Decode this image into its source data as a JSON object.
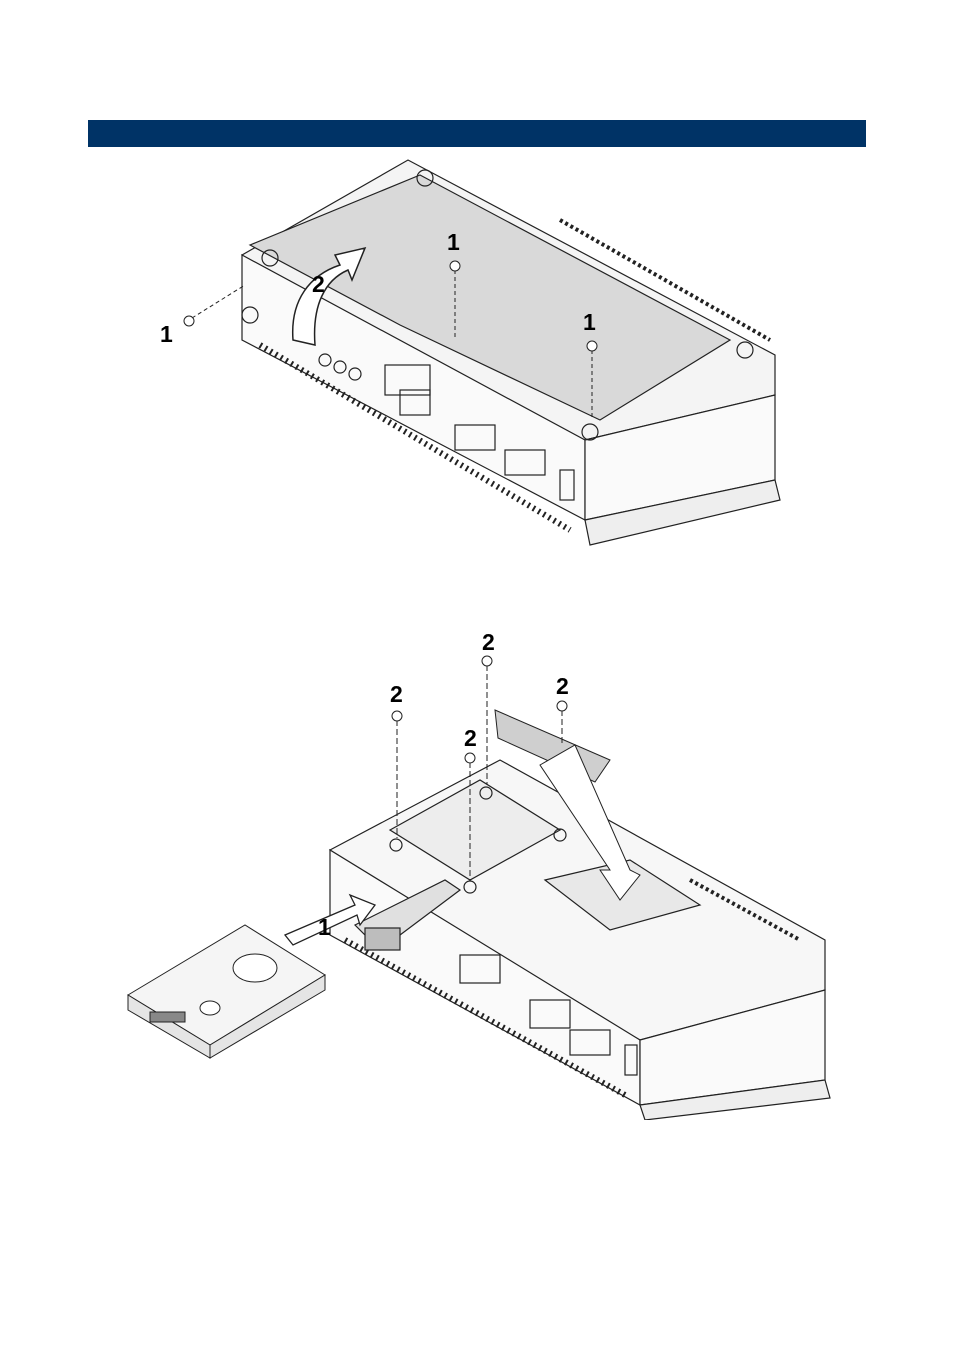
{
  "header": {
    "bar_color": "#003366",
    "title": ""
  },
  "figure1": {
    "callouts": [
      "1",
      "2",
      "1",
      "1"
    ]
  },
  "figure2": {
    "callouts": [
      "2",
      "2",
      "2",
      "2",
      "1"
    ]
  }
}
